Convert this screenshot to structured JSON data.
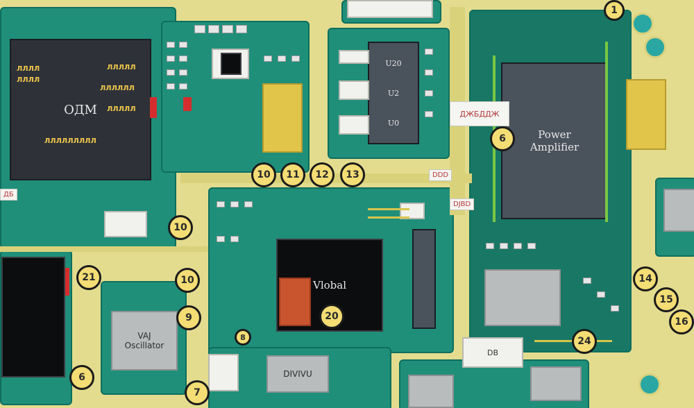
{
  "board": {
    "chips": {
      "left_ic": "ОДМ",
      "power_amp_line1": "Power",
      "power_amp_line2": "Amplifier",
      "middle_ic": "Vlobal",
      "bottom_left_ic_line1": "VAJ",
      "bottom_left_ic_line2": "Oscillator",
      "bottom_mid_ic": "DIVIVU",
      "top_mid_ic_top": "U20",
      "top_mid_ic_mid": "U2",
      "top_mid_ic_bottom": "U0"
    },
    "labels": {
      "tag_top_right": "ДЖБДДЖ",
      "tag_mid_right_1": "DDD",
      "tag_mid_right_2": "DJBD",
      "tag_left": "ДБ",
      "tag_bottom_mid": "DB"
    },
    "callouts": [
      "10",
      "11",
      "12",
      "13",
      "10",
      "6",
      "21",
      "10",
      "9",
      "20",
      "8",
      "6",
      "7",
      "14",
      "15",
      "16",
      "24",
      "1"
    ]
  }
}
